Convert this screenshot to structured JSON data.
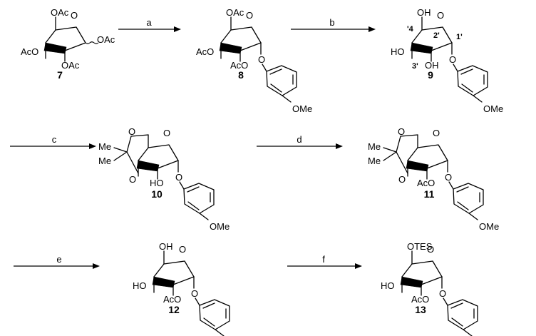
{
  "labels": {
    "acetyl_oxy": "OAc",
    "acetoxy": "AcO",
    "ring_oxygen": "O",
    "ether_oxygen": "O",
    "methoxy": "OMe",
    "hydroxyl": "OH",
    "hydroxy": "HO",
    "methyl": "Me",
    "silyl_ether": "OTES"
  },
  "positions": {
    "c1": "1'",
    "c2": "2'",
    "c3": "3'",
    "c4": "'4"
  },
  "compounds": [
    "7",
    "8",
    "9",
    "10",
    "11",
    "12",
    "13"
  ],
  "reagents": [
    "a",
    "b",
    "c",
    "d",
    "e",
    "f"
  ]
}
